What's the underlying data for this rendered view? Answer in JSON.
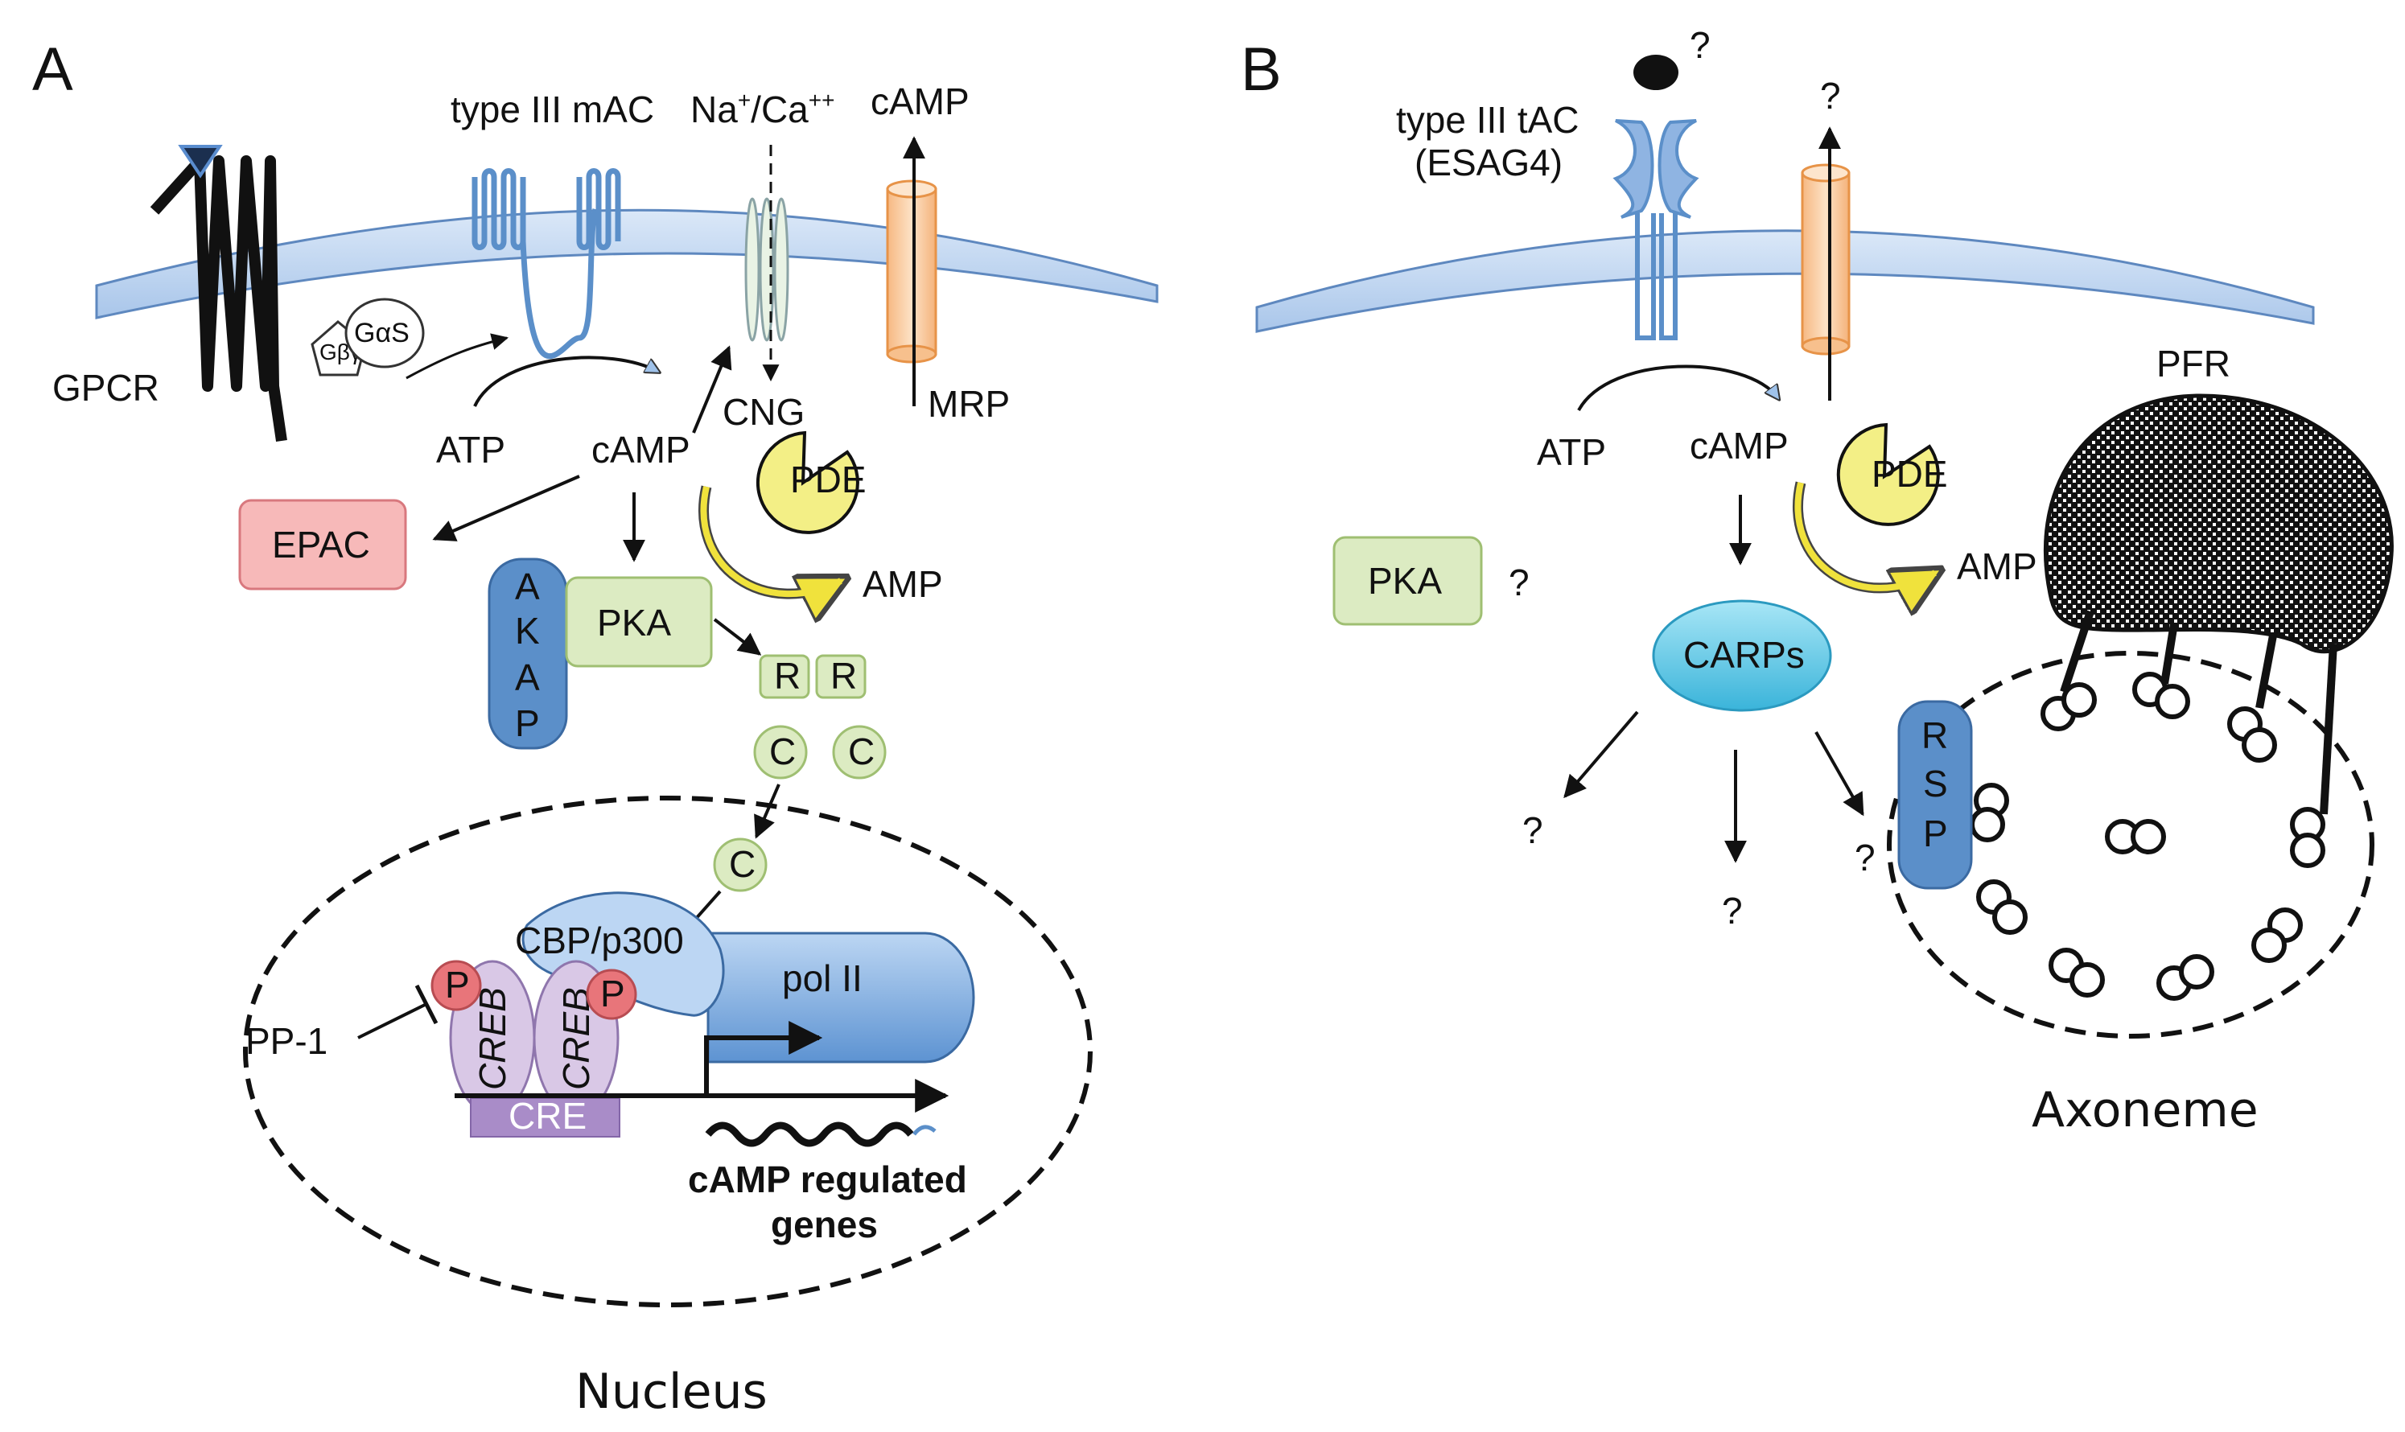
{
  "panel_a": {
    "letter": "A",
    "gpcr": "GPCR",
    "gbg": "Gβγ",
    "gas": "GαS",
    "mac": "type III mAC",
    "ion_base": "Na",
    "ion_sup1": "+",
    "ion_mid": "/Ca",
    "ion_sup2": "++",
    "camp_top": "cAMP",
    "cng": "CNG",
    "mrp": "MRP",
    "atp": "ATP",
    "camp": "cAMP",
    "pde": "PDE",
    "amp": "AMP",
    "epac": "EPAC",
    "akap": [
      "A",
      "K",
      "A",
      "P"
    ],
    "pka": "PKA",
    "r": "R",
    "c": "C",
    "cbp": "CBP/p300",
    "pol": "pol II",
    "p": "P",
    "creb": "CREB",
    "cre": "CRE",
    "pp1": "PP-1",
    "genes1": "cAMP regulated",
    "genes2": "genes",
    "nucleus": "Nucleus"
  },
  "panel_b": {
    "letter": "B",
    "q": "?",
    "tac1": "type III tAC",
    "tac2": "(ESAG4)",
    "atp": "ATP",
    "camp": "cAMP",
    "pde": "PDE",
    "amp": "AMP",
    "pka": "PKA",
    "carps": "CARPs",
    "pfr": "PFR",
    "rsp": [
      "R",
      "S",
      "P"
    ],
    "axoneme": "Axoneme"
  },
  "colors": {
    "membrane": "#c6dbf3",
    "mac_blue": "#5b8fc9",
    "mrp_orange": "#f8c89a",
    "epac_red": "#f6b6b6",
    "pka_green": "#dcebc2",
    "pde_yellow": "#f3ef86",
    "creb_purple": "#d9c8e6",
    "p_red": "#e8757a",
    "carps_cyan": "#5fc8e6"
  }
}
